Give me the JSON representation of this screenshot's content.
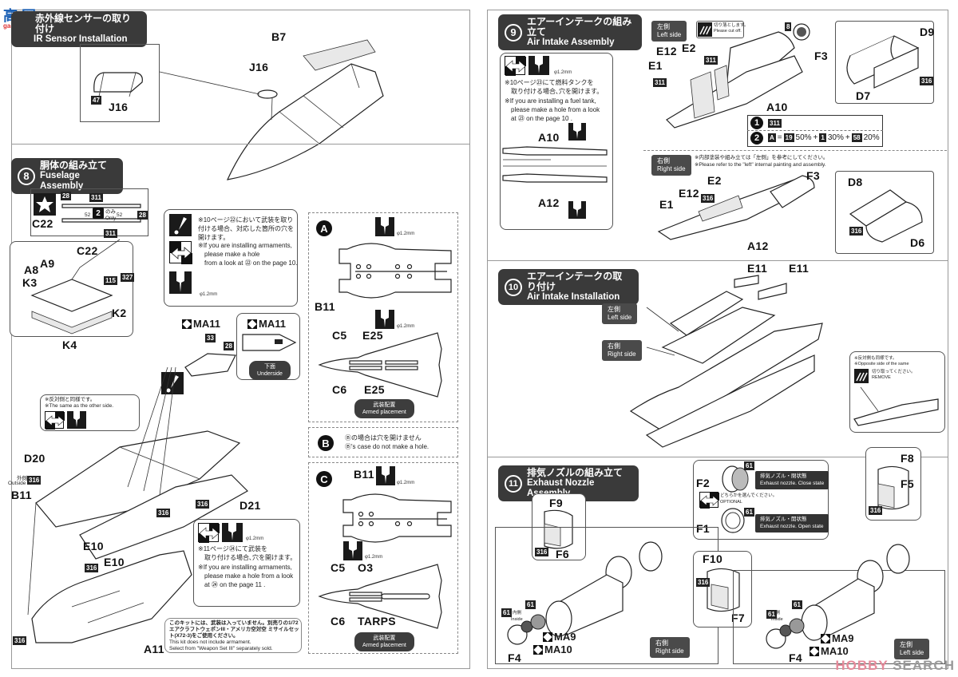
{
  "watermarks": {
    "top_left_logo": "高 网",
    "top_left_site": "gao-shou.com",
    "bottom_right_hobby": "HOBBY",
    "bottom_right_search": "SEARCH"
  },
  "step7": {
    "title_jp": "赤外線センサーの取り付け",
    "title_en": "IR Sensor Installation",
    "parts": [
      "B7",
      "J16",
      "J16"
    ],
    "paint": "47"
  },
  "step8": {
    "number": "8",
    "title_jp": "胴体の組み立て",
    "title_en": "Fuselage Assembly",
    "inset": {
      "part": "C22",
      "paints": [
        "28",
        "311",
        "28",
        "311"
      ],
      "decal": "52",
      "decal_only": "のみ Only",
      "step_ref": "2"
    },
    "parts": {
      "c22": "C22",
      "a8": "A8",
      "a9": "A9",
      "k3": "K3",
      "k2": "K2",
      "k4": "K4",
      "d20": "D20",
      "b11": "B11",
      "d21": "D21",
      "e10a": "E10",
      "e10b": "E10",
      "a11": "A11",
      "ma11a": "MA11",
      "ma11b": "MA11"
    },
    "paints": {
      "p115": "115",
      "p327": "327",
      "p33": "33",
      "p28": "28",
      "p316a": "316",
      "p316b": "316",
      "p316c": "316",
      "p316d": "316",
      "p316e": "316"
    },
    "outside_jp": "外側",
    "outside_en": "Outside",
    "underside_jp": "下面",
    "underside_en": "Underside",
    "armament_note": {
      "jp": "※10ページ㉒において武装を取り付ける場合、対応した箇所の穴を開けます。",
      "en_1": "※If you are installing armaments,",
      "en_2": "please make a hole",
      "en_3": "from a look at ㉒ on the page 10.",
      "drill": "φ1.2mm"
    },
    "same_side_note": {
      "jp": "※反対側と同様です。",
      "en": "※The same as the other side."
    },
    "armament_note_2": {
      "drill": "φ1.2mm",
      "jp_1": "※11ページ㉔にて武装を",
      "jp_2": "取り付ける場合､穴を開けます。",
      "en_1": "※If you are installing armaments,",
      "en_2": "please make a hole from a look",
      "en_3": "at ㉔ on the page 11 ."
    },
    "kit_note": {
      "jp": "このキットには、武装は入っていません。別売りの1/72エアクラフトウェポンIII・アメリカ空対空 ミサイルセット(X72-3)をご使用ください。",
      "en_1": "This kit does not include armament.",
      "en_2": "Select from \"Weapon Set III\" separately sold."
    },
    "option_a": {
      "letter": "A",
      "drill_1": "φ1.2mm",
      "drill_2": "φ1.2mm",
      "parts": [
        "B11",
        "C5",
        "E25",
        "C6",
        "E25"
      ],
      "pill_jp": "武装配置",
      "pill_en": "Armed placement"
    },
    "option_b": {
      "letter": "B",
      "jp": "Ⓑの場合は穴を開けません",
      "en": "Ⓑ's case do not make a hole."
    },
    "option_c": {
      "letter": "C",
      "drill_1": "φ1.2mm",
      "drill_2": "φ1.2mm",
      "parts": [
        "B11",
        "C5",
        "O3",
        "C6",
        "TARPS"
      ],
      "pill_jp": "武装配置",
      "pill_en": "Armed placement"
    }
  },
  "step9": {
    "number": "9",
    "title_jp": "エアーインテークの組み立て",
    "title_en": "Air Intake Assembly",
    "fuel_note": {
      "drill": "φ1.2mm",
      "jp_1": "※10ページ㉓にて燃料タンクを",
      "jp_2": "取り付ける場合､穴を開けます。",
      "en_1": "※If you are installing a fuel tank,",
      "en_2": "please make a hole from a look",
      "en_3": "at ㉓ on the page 10 ."
    },
    "fuel_parts": [
      "A10",
      "A12"
    ],
    "left_side": {
      "tag_jp": "左側",
      "tag_en": "Left side",
      "cut_jp": "切り落とします。",
      "cut_en": "Please cut off.",
      "parts": [
        "E12",
        "E2",
        "E1",
        "F3",
        "A10",
        "D9",
        "D7"
      ],
      "paints": [
        "311",
        "311",
        "316",
        "316"
      ],
      "decal": "8"
    },
    "paint_legend": {
      "row1_num": "1",
      "row1_paint": "311",
      "row2_num": "2",
      "row2_key": "A",
      "row2_formula": [
        {
          "paint": "19",
          "pct": "50%"
        },
        {
          "paint": "1",
          "pct": "30%"
        },
        {
          "paint": "58",
          "pct": "20%"
        }
      ]
    },
    "right_side": {
      "tag_jp": "右側",
      "tag_en": "Right side",
      "note_jp": "※内部塗装や組み立ては「左側」を参考にしてください。",
      "note_en": "※Please refer to the \"left\" internal painting and assembly.",
      "parts": [
        "E2",
        "F3",
        "E12",
        "E1",
        "A12",
        "D8",
        "D6"
      ],
      "paints": [
        "316",
        "316"
      ]
    }
  },
  "step10": {
    "number": "10",
    "title_jp": "エアーインテークの取り付け",
    "title_en": "Air Intake Installation",
    "parts": [
      "E11",
      "E11"
    ],
    "left_tag_jp": "左側",
    "left_tag_en": "Left side",
    "right_tag_jp": "右側",
    "right_tag_en": "Right side",
    "remove_note": {
      "jp": "※反対側も同様です。",
      "en": "※Opposite side of the same",
      "cut_jp": "切り取ってください。",
      "cut_en": "REMOVE"
    }
  },
  "step11": {
    "number": "11",
    "title_jp": "排気ノズルの組み立て",
    "title_en": "Exhaust Nozzle Assembly",
    "option_box": {
      "f2": "F2",
      "f1": "F1",
      "paint_1": "61",
      "paint_2": "61",
      "close_jp": "排気ノズル・閉状態",
      "close_en": "Exhaust nozzle. Close state",
      "open_jp": "排気ノズル・開状態",
      "open_en": "Exhaust nozzle. Open state",
      "optional_jp": "どちらかを選んでください。",
      "optional_en": "OPTIONAL"
    },
    "left_assembly": {
      "parts": [
        "F9",
        "F6",
        "F4",
        "MA9",
        "MA10"
      ],
      "paints": [
        "316",
        "61",
        "61"
      ],
      "inside_jp": "内側",
      "inside_en": "Inside"
    },
    "center_detail": {
      "parts": [
        "F10",
        "F7"
      ],
      "paint": "316"
    },
    "right_detail": {
      "parts": [
        "F8",
        "F5"
      ],
      "paint": "316"
    },
    "right_assembly": {
      "parts": [
        "F4",
        "MA9",
        "MA10"
      ],
      "paints": [
        "61",
        "61"
      ],
      "inside_jp": "内側",
      "inside_en": "Inside"
    },
    "right_side_jp": "右側",
    "right_side_en": "Right side",
    "left_side_jp": "左側",
    "left_side_en": "Left side"
  }
}
